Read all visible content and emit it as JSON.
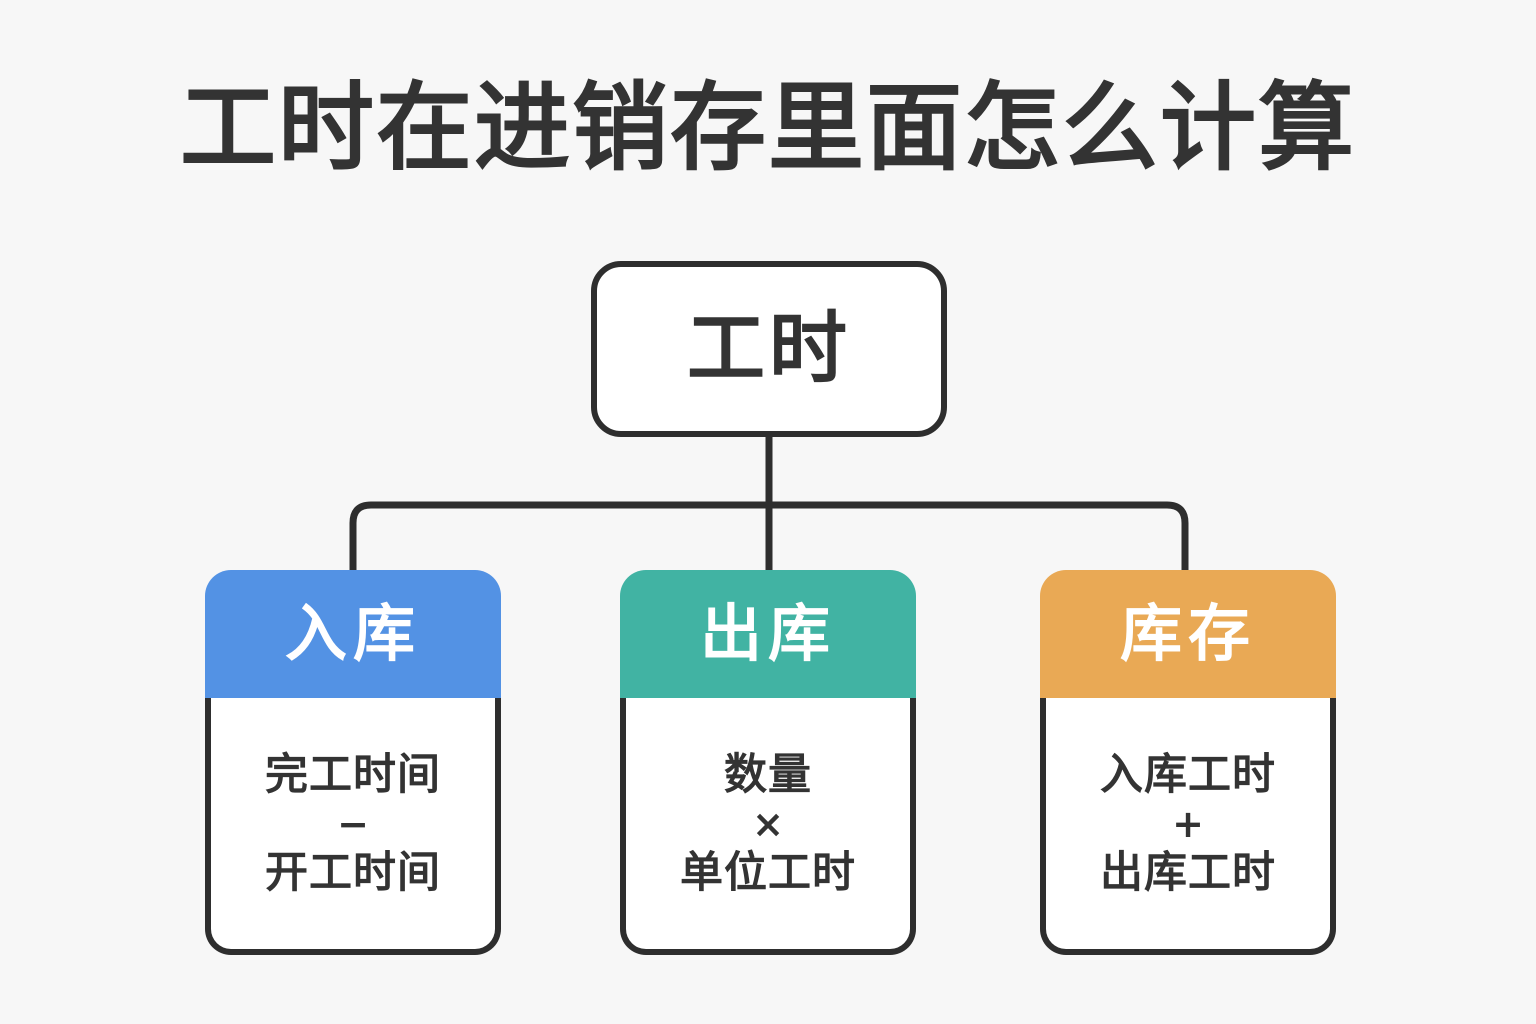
{
  "page": {
    "title": "工时在进销存里面怎么计算",
    "background_color": "#F7F7F7",
    "text_color": "#333333",
    "border_color": "#2E2E2E"
  },
  "diagram": {
    "type": "org-chart",
    "root": {
      "label": "工时",
      "fill": "#FFFFFF",
      "text_color": "#333333"
    },
    "children": [
      {
        "header": "入库",
        "header_color": "#5392E4",
        "header_text_color": "#FFFFFF",
        "body": {
          "line1": "完工时间",
          "operator": "−",
          "line2": "开工时间"
        }
      },
      {
        "header": "出库",
        "header_color": "#41B3A3",
        "header_text_color": "#FFFFFF",
        "body": {
          "line1": "数量",
          "operator": "×",
          "line2": "单位工时"
        }
      },
      {
        "header": "库存",
        "header_color": "#E9A955",
        "header_text_color": "#FFFFFF",
        "body": {
          "line1": "入库工时",
          "operator": "+",
          "line2": "出库工时"
        }
      }
    ],
    "connector_color": "#2E2E2E"
  }
}
